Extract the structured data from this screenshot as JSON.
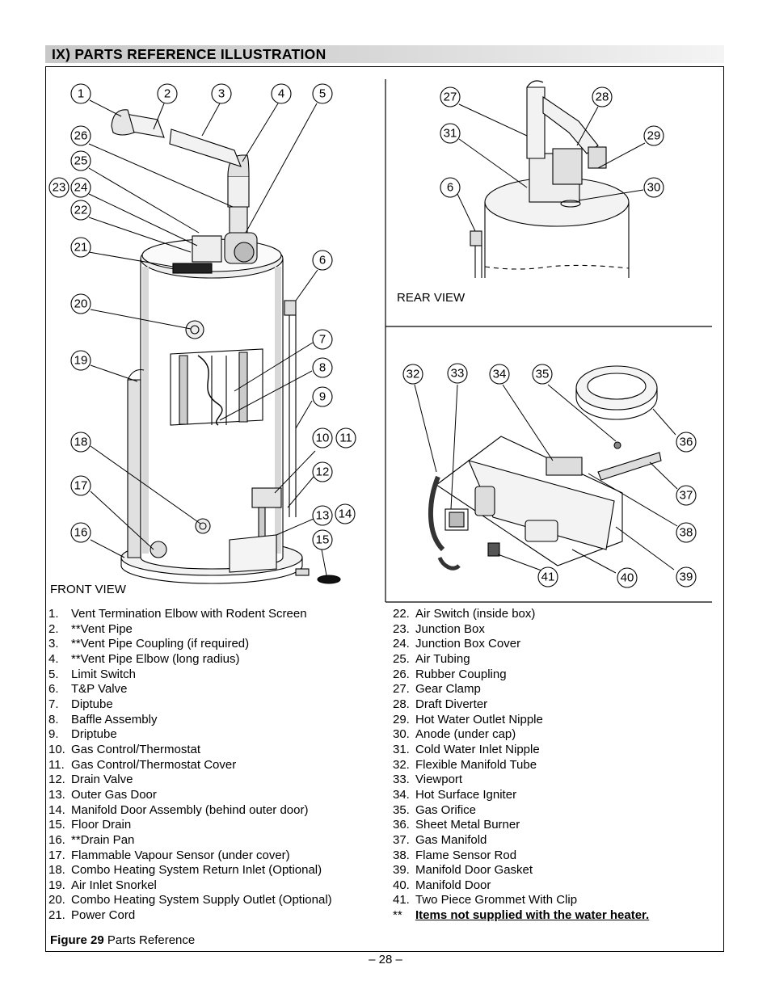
{
  "section_title": "IX) PARTS REFERENCE ILLUSTRATION",
  "views": {
    "front": "FRONT VIEW",
    "rear": "REAR VIEW"
  },
  "callouts": [
    "1",
    "2",
    "3",
    "4",
    "5",
    "6",
    "7",
    "8",
    "9",
    "10",
    "11",
    "12",
    "13",
    "14",
    "15",
    "16",
    "17",
    "18",
    "19",
    "20",
    "21",
    "22",
    "23",
    "24",
    "25",
    "26",
    "27",
    "28",
    "29",
    "30",
    "31",
    "32",
    "33",
    "34",
    "35",
    "36",
    "37",
    "38",
    "39",
    "40",
    "41"
  ],
  "parts_left": [
    {
      "num": "1.",
      "label": "Vent Termination Elbow with Rodent Screen"
    },
    {
      "num": "2.",
      "label": "**Vent Pipe"
    },
    {
      "num": "3.",
      "label": "**Vent Pipe Coupling (if required)"
    },
    {
      "num": "4.",
      "label": "**Vent Pipe Elbow (long radius)"
    },
    {
      "num": "5.",
      "label": "Limit Switch"
    },
    {
      "num": "6.",
      "label": "T&P Valve"
    },
    {
      "num": "7.",
      "label": "Diptube"
    },
    {
      "num": "8.",
      "label": "Baffle Assembly"
    },
    {
      "num": "9.",
      "label": "Driptube"
    },
    {
      "num": "10.",
      "label": "Gas Control/Thermostat"
    },
    {
      "num": "11.",
      "label": "Gas Control/Thermostat Cover"
    },
    {
      "num": "12.",
      "label": "Drain Valve"
    },
    {
      "num": "13.",
      "label": "Outer Gas Door"
    },
    {
      "num": "14.",
      "label": "Manifold Door Assembly (behind outer door)"
    },
    {
      "num": "15.",
      "label": "Floor Drain"
    },
    {
      "num": "16.",
      "label": "**Drain Pan"
    },
    {
      "num": "17.",
      "label": "Flammable Vapour Sensor (under cover)"
    },
    {
      "num": "18.",
      "label": "Combo Heating System Return Inlet (Optional)"
    },
    {
      "num": "19.",
      "label": "Air Inlet Snorkel"
    },
    {
      "num": "20.",
      "label": "Combo Heating System Supply Outlet (Optional)"
    },
    {
      "num": "21.",
      "label": "Power Cord"
    }
  ],
  "parts_right": [
    {
      "num": "22.",
      "label": "Air Switch (inside box)"
    },
    {
      "num": "23.",
      "label": "Junction Box"
    },
    {
      "num": "24.",
      "label": "Junction Box Cover"
    },
    {
      "num": "25.",
      "label": "Air Tubing"
    },
    {
      "num": "26.",
      "label": "Rubber Coupling"
    },
    {
      "num": "27.",
      "label": "Gear Clamp"
    },
    {
      "num": "28.",
      "label": "Draft Diverter"
    },
    {
      "num": "29.",
      "label": "Hot Water Outlet Nipple"
    },
    {
      "num": "30.",
      "label": "Anode (under cap)"
    },
    {
      "num": "31.",
      "label": "Cold Water Inlet Nipple"
    },
    {
      "num": "32.",
      "label": "Flexible Manifold Tube"
    },
    {
      "num": "33.",
      "label": "Viewport"
    },
    {
      "num": "34.",
      "label": "Hot Surface Igniter"
    },
    {
      "num": "35.",
      "label": "Gas Orifice"
    },
    {
      "num": "36.",
      "label": "Sheet Metal Burner"
    },
    {
      "num": "37.",
      "label": "Gas Manifold"
    },
    {
      "num": "38.",
      "label": "Flame Sensor Rod"
    },
    {
      "num": "39.",
      "label": "Manifold Door Gasket"
    },
    {
      "num": "40.",
      "label": "Manifold Door"
    },
    {
      "num": "41.",
      "label": "Two Piece Grommet With Clip"
    }
  ],
  "footnote": {
    "marker": "**",
    "text": "Items not supplied with the water heater."
  },
  "caption": {
    "label": "Figure 29",
    "text": "Parts Reference"
  },
  "page_number": "– 28 –"
}
